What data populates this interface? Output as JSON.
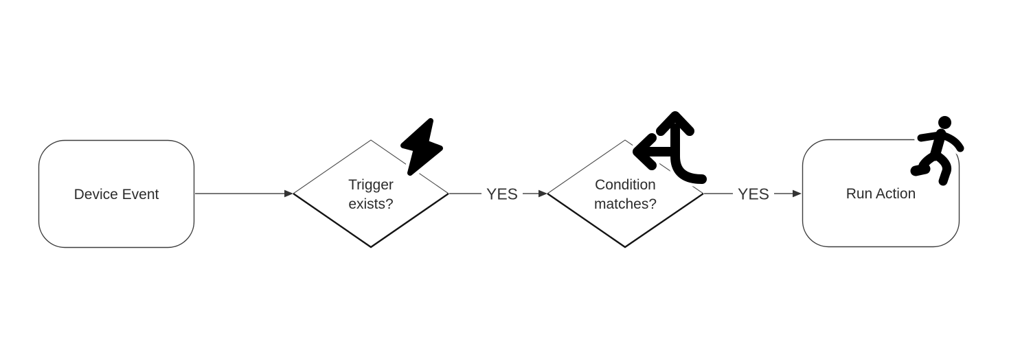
{
  "diagram": {
    "background": "#ffffff",
    "colors": {
      "shape_stroke": "#3d3d3d",
      "diamond_top_stroke": "#4a4a4a",
      "diamond_bottom_stroke": "#141414",
      "connector_stroke": "#4a4a4a",
      "text": "#2b2b2b",
      "icon": "#000000"
    },
    "nodes": [
      {
        "id": "device-event",
        "shape": "rounded-rectangle",
        "label": "Device Event"
      },
      {
        "id": "trigger-exists",
        "shape": "diamond",
        "label": "Trigger exists?",
        "label_line1": "Trigger",
        "label_line2": "exists?",
        "icon": "lightning-bolt"
      },
      {
        "id": "condition-matches",
        "shape": "diamond",
        "label": "Condition matches?",
        "label_line1": "Condition",
        "label_line2": "matches?",
        "icon": "split-arrows"
      },
      {
        "id": "run-action",
        "shape": "rounded-rectangle",
        "label": "Run Action",
        "icon": "person-running"
      }
    ],
    "edges": [
      {
        "from": "device-event",
        "to": "trigger-exists",
        "label": ""
      },
      {
        "from": "trigger-exists",
        "to": "condition-matches",
        "label": "YES"
      },
      {
        "from": "condition-matches",
        "to": "run-action",
        "label": "YES"
      }
    ]
  }
}
